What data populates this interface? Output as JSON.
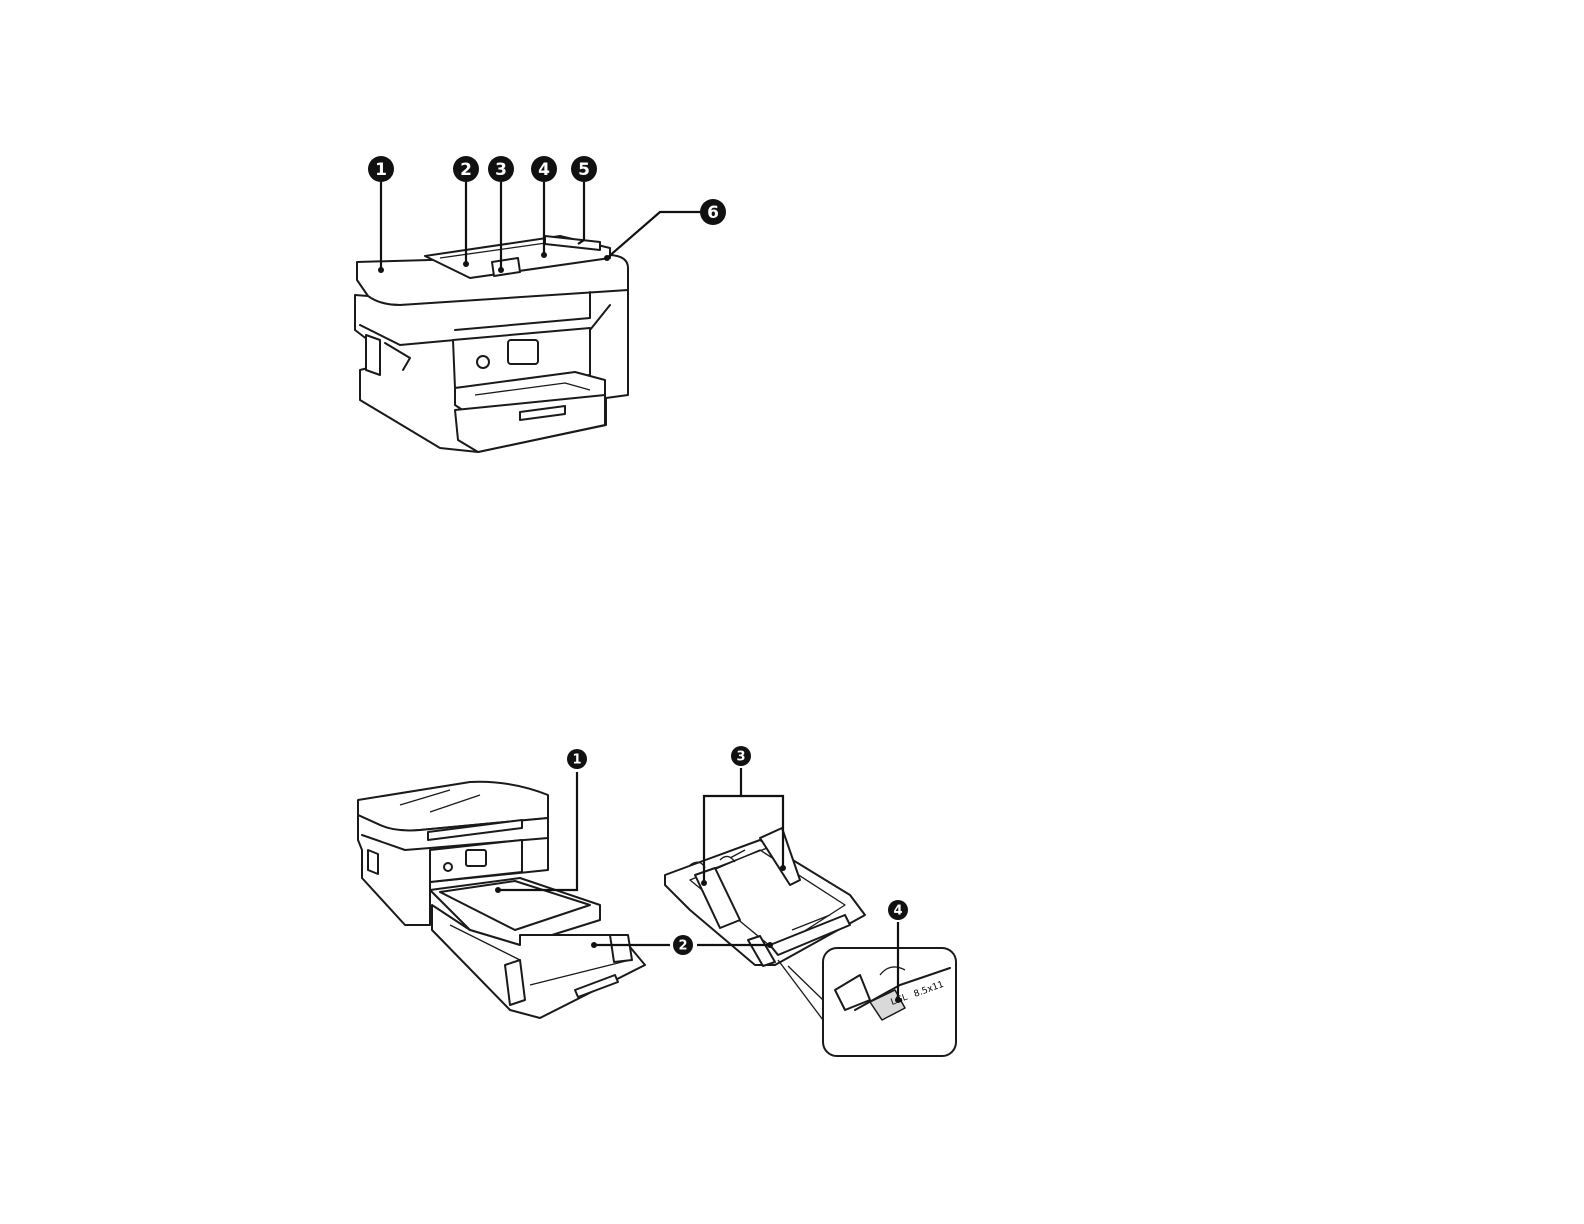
{
  "figure_top": {
    "callouts": [
      "1",
      "2",
      "3",
      "4",
      "5",
      "6"
    ]
  },
  "figure_bottom": {
    "callouts": [
      "1",
      "2",
      "3",
      "4"
    ],
    "inset_labels": [
      "LGL",
      "8.5x11"
    ]
  }
}
